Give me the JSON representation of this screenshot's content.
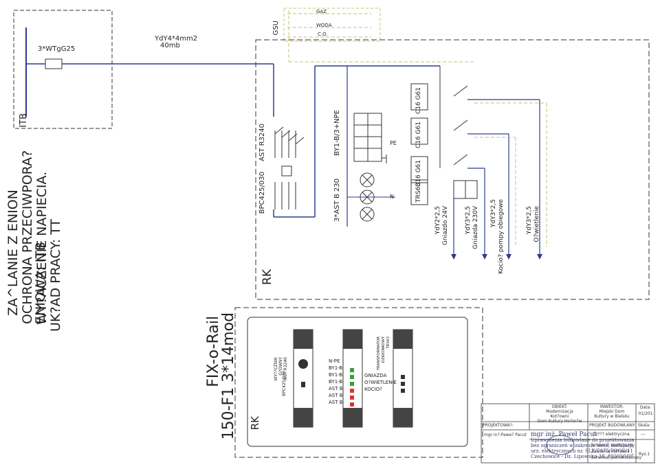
{
  "supply": {
    "cable_label": "3*WTgG25",
    "ytb_label": "ITB",
    "feed_cable": "YdY4*4mm2",
    "feed_length": "40mb",
    "gsu_label": "GSU",
    "pipes": [
      "GAZ",
      "WODA",
      "C.O."
    ]
  },
  "notes": {
    "line1": "ZA^LANIE Z ENION",
    "line2": "OCHRONA PRZECIWPORA?ENIOWA: ITB",
    "line3": "WY?ACZENIE NAPIECIA.",
    "line4": "UK?AD PRACY: TT"
  },
  "rk": {
    "label": "RK",
    "main_switch": "AST R3240",
    "limiter": "BPC425/030",
    "busbar": "BY1-B/3+NPE",
    "pe_label": "PE",
    "n_label": "N",
    "lamps": "3*AST B 230",
    "breakers": [
      "C16 G61",
      "C16 G61",
      "C16 G61"
    ],
    "transformer": "TRS63"
  },
  "outputs": [
    {
      "cable": "YdY2*2,5",
      "dest": "Gniazdo 24V"
    },
    {
      "cable": "YdY3*2,5",
      "dest": "Gniazda 230V"
    },
    {
      "cable": "YdY3*2,5",
      "dest": "Kocio? pompy obiegowe"
    },
    {
      "cable": "YdY3*2,5",
      "dest": "O?wietlenie"
    }
  ],
  "panel": {
    "title_line1": "FIX-o-Rail",
    "title_line2": "150-F1 3*14mod",
    "label": "RK",
    "module1": [
      "WY??CZNIK",
      "G?ÓWNY",
      "AST R3240"
    ],
    "module1_b": "BPC425/030",
    "rail2_rows": [
      "N-PE",
      "BY1-B",
      "BY1-B",
      "BY1-B",
      "AST B",
      "AST B",
      "AST B"
    ],
    "rail2_right": [
      "GNIAZDA",
      "O?WIETLENIE",
      "KOCIO?"
    ],
    "rail3_rows": [
      "TRANSFORMATOR",
      "DZWONKOWY",
      "TRS63"
    ]
  },
  "title_block": {
    "obiekt_h": "OBIEKT:",
    "obiekt_1": "Modernizacja",
    "obiekt_2": "Kot?owni",
    "obiekt_3": "Dom Kultury Ho?or?w",
    "inwestor_h": "INWESTOR:",
    "inwestor_1": "Miejski Dom",
    "inwestor_2": "Kultury w Bielsku",
    "data_h": "Data:",
    "data_v": "01/201",
    "projektowal_h": "PROJEKTOWA?:",
    "projektowal_v": "mgr in?.Pawe? Pacut",
    "projekt_h": "PROJEKT BUDOWLANY",
    "projekt_v": "Cz??? elektryczna",
    "skala_h": "Skala:",
    "skala_v": "---",
    "schemat_1": "Schemat elektryczny",
    "schemat_2": "Zasilania kot?owni",
    "schemat_3": "Schemat jednokreskowy",
    "rys": "Rys.1",
    "stamp_1": "mgr inż. Paweł Pacut",
    "stamp_2": "Uprawnienia budowlane do projektowania",
    "stamp_3": "bez ograniczeń w zakresie sieci, instalacji",
    "stamp_4": "urz. elektrycznych nr. SLK/5475/POOE/11",
    "stamp_5": "Czechowice - Dz. Lipowska 38, 805050/07"
  }
}
